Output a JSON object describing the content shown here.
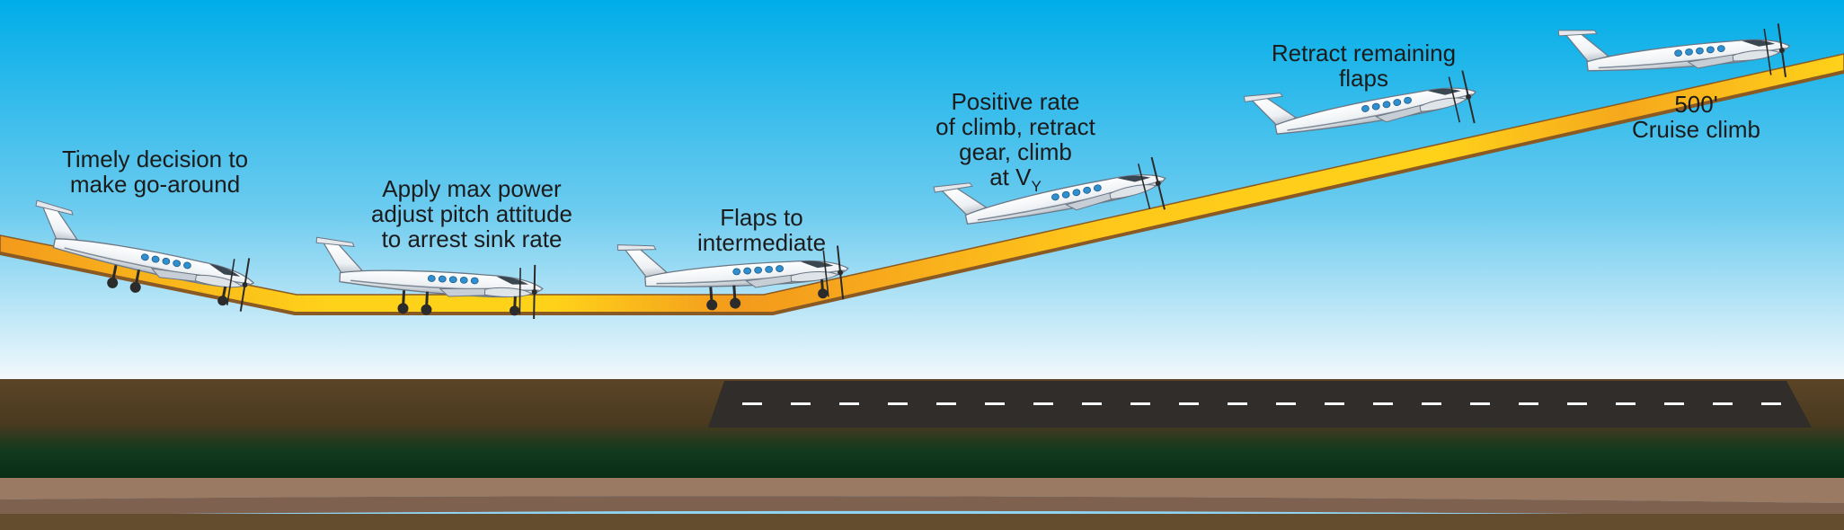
{
  "labels": {
    "go_around": [
      "Timely decision to",
      "make go-around"
    ],
    "max_power": [
      "Apply max power",
      "adjust pitch attitude",
      "to arrest sink rate"
    ],
    "flaps_intermediate": [
      "Flaps to",
      "intermediate"
    ],
    "positive_rate": {
      "lines": [
        "Positive rate",
        "of climb, retract",
        "gear, climb"
      ],
      "last_prefix": "at V",
      "last_subscript": "Y"
    },
    "retract_flaps": [
      "Retract remaining",
      "flaps"
    ],
    "cruise_climb": [
      "500'",
      "Cruise climb"
    ]
  },
  "colors": {
    "sky_top": "#00ade8",
    "sky_bottom": "#f2f8fc",
    "ground": "#5a4426",
    "grass": "#0b3a1c",
    "runway": "#302d2b",
    "runway_stripes": "#ffffff",
    "path_yellow": "#ffd21a",
    "path_orange": "#f39a1c",
    "path_edge": "#8a5a24",
    "aircraft_body": "#f4f6f8",
    "aircraft_shadow": "#8e9aa6",
    "window": "#2f8fcf"
  },
  "aircraft_states": [
    "gear-down",
    "gear-down",
    "gear-down",
    "gear-up",
    "gear-up",
    "gear-up"
  ]
}
